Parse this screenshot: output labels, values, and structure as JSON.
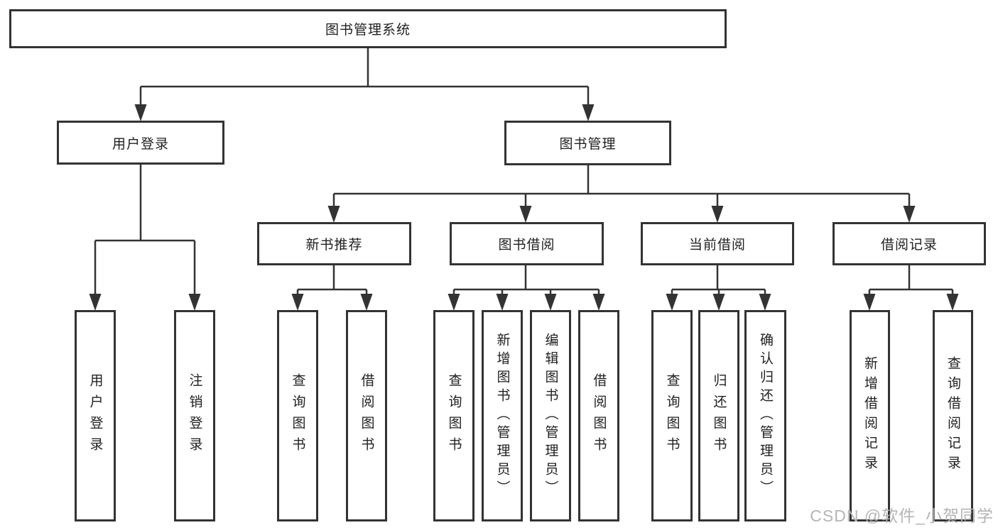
{
  "diagram": {
    "root": "图书管理系统",
    "level2": {
      "user_login": "用户登录",
      "book_management": "图书管理"
    },
    "level3": {
      "new_book_recommendation": "新书推荐",
      "book_borrowing": "图书借阅",
      "current_borrowing": "当前借阅",
      "borrowing_records": "借阅记录"
    },
    "leaves": {
      "user_login": [
        "用户登录",
        "注销登录"
      ],
      "new_book_recommendation": [
        "查询图书",
        "借阅图书"
      ],
      "book_borrowing": [
        "查询图书",
        "新增图书（管理员）",
        "编辑图书（管理员）",
        "借阅图书"
      ],
      "current_borrowing": [
        "查询图书",
        "归还图书",
        "确认归还（管理员）"
      ],
      "borrowing_records": [
        "新增借阅记录",
        "查询借阅记录"
      ]
    }
  },
  "watermark": {
    "text": "CSDN @软件_小贺同学",
    "color": "#b5b5b5"
  },
  "colors": {
    "line": "#333333",
    "box_border": "#333333",
    "text": "#1f1f1f",
    "background": "#ffffff"
  }
}
